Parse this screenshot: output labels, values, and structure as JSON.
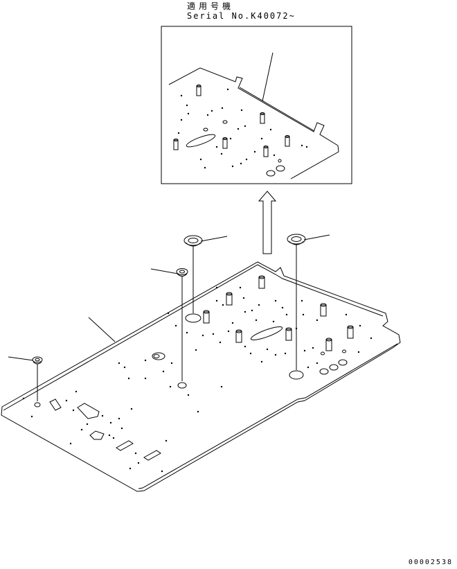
{
  "inset": {
    "applies_label": "適用号機",
    "serial_label": "Serial No.K40072~"
  },
  "drawing_number": "00002538"
}
